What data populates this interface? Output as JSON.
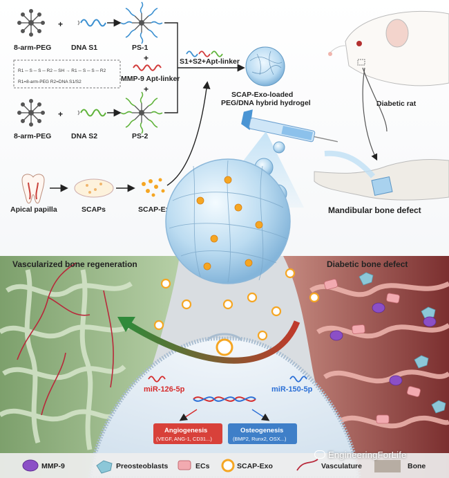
{
  "synthesis": {
    "peg_label_top": "8-arm-PEG",
    "dna_s1": "DNA S1",
    "ps1": "PS-1",
    "reaction_line1": "R1 ─ S ─ S ─ R2 ─ SH  →  R1 ─ S ─ S ─ R2",
    "reaction_legend": "R1=8-arm-PEG     R2=DNA S1/S2",
    "apt_linker": "MMP-9 Apt-linker",
    "peg_label_bottom": "8-arm-PEG",
    "dna_s2": "DNA S2",
    "ps2": "PS-2",
    "combine_label": "S1+S2+Apt-linker",
    "hydrogel_label_1": "SCAP-Exo-loaded",
    "hydrogel_label_2": "PEG/DNA hybrid hydrogel"
  },
  "exosome_route": {
    "apical_papilla": "Apical papilla",
    "scaps": "SCAPs",
    "scap_exo": "SCAP-Exo"
  },
  "rat": {
    "diabetic_rat": "Diabetic rat",
    "defect": "Mandibular bone defect"
  },
  "bottom": {
    "left_title": "Vascularized bone regeneration",
    "right_title": "Diabetic bone defect",
    "mir_left": "miR-126-5p",
    "mir_right": "miR-150-5p",
    "angio_title": "Angiogenesis",
    "angio_sub": "(VEGF, ANG-1, CD31...)",
    "osteo_title": "Osteogenesis",
    "osteo_sub": "(BMP2, Runx2, OSX...)"
  },
  "legend": {
    "mmp9": "MMP-9",
    "preosteoblasts": "Preosteoblasts",
    "ecs": "ECs",
    "scap_exo": "SCAP-Exo",
    "vasculature": "Vasculature",
    "bone": "Bone"
  },
  "watermark": "EngineeringForLife",
  "colors": {
    "angio_box": "#d8413a",
    "osteo_box": "#3f7fc8",
    "mmp9": "#8b4fc6",
    "preosteoblast": "#8cc7d8",
    "ec": "#f2aab0",
    "exo_core": "#f5a623",
    "vessel": "#b8283a",
    "healthy_bone": "#a9c99a",
    "diseased_bone": "#8a3a3a"
  }
}
